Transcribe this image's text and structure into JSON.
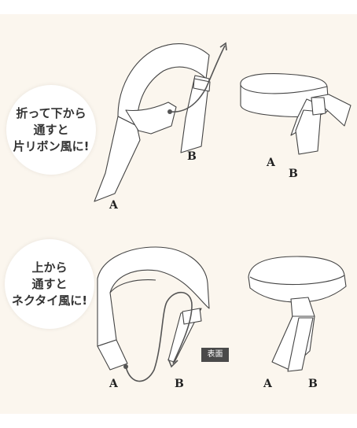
{
  "steps": [
    {
      "instruction_lines": [
        "折って下から",
        "通すと",
        "片リボン風に!"
      ],
      "label_a": "A",
      "label_b": "B",
      "result_label_a": "A",
      "result_label_b": "B"
    },
    {
      "instruction_lines": [
        "上から",
        "通すと",
        "ネクタイ風に!"
      ],
      "label_a": "A",
      "label_b": "B",
      "surface_tag": "表面",
      "result_label_a": "A",
      "result_label_b": "B"
    }
  ]
}
